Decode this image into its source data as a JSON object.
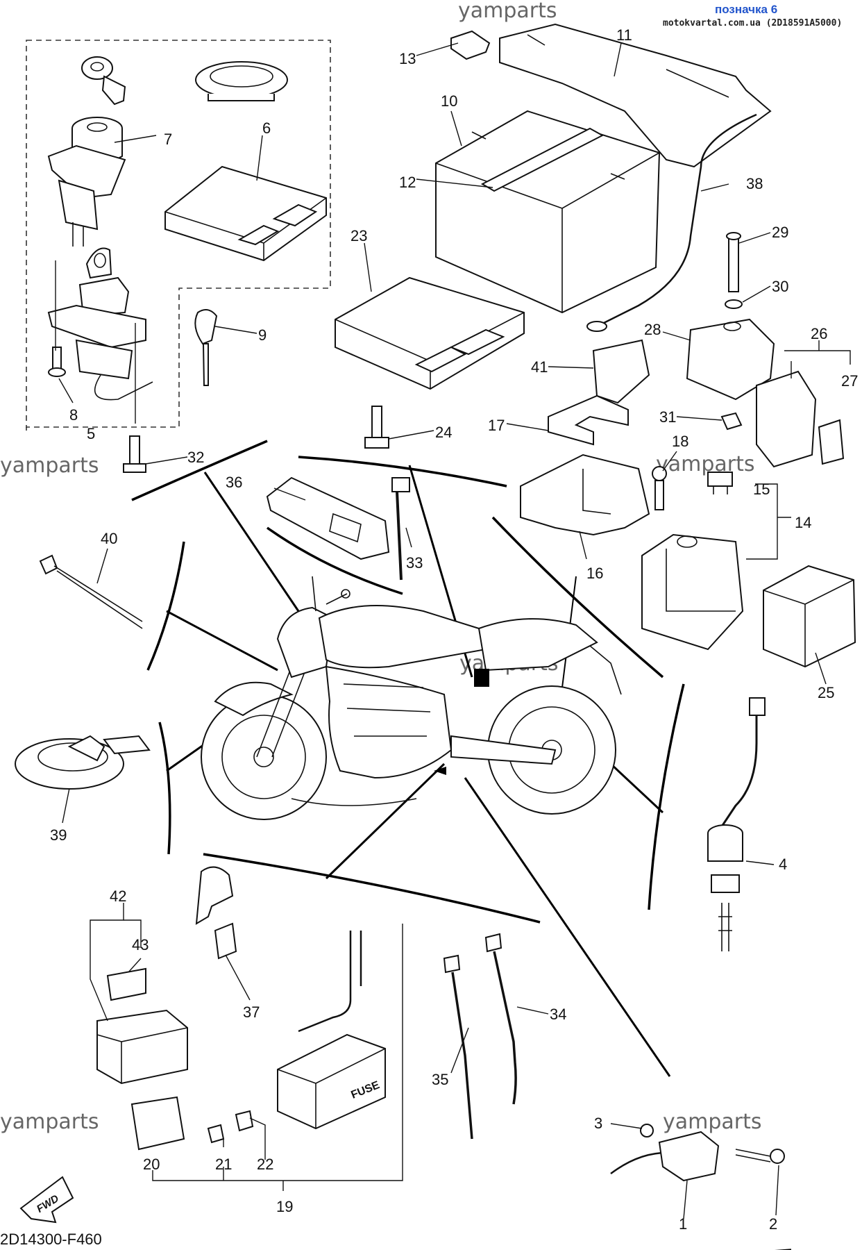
{
  "header": {
    "title": "позначка 6",
    "source": "motokvartal.com.ua (2D18591A5000)"
  },
  "watermarks": [
    "yamparts",
    "yamparts",
    "yamparts",
    "yamparts",
    "yamparts",
    "yamparts"
  ],
  "diagram_code": "2D14300-F460",
  "fwd_label": "FWD",
  "fuse_label": "FUSE",
  "callouts": {
    "n1": "1",
    "n2": "2",
    "n3": "3",
    "n4": "4",
    "n5": "5",
    "n6": "6",
    "n7": "7",
    "n8": "8",
    "n9": "9",
    "n10": "10",
    "n11": "11",
    "n12": "12",
    "n13": "13",
    "n14": "14",
    "n15": "15",
    "n16": "16",
    "n17": "17",
    "n18": "18",
    "n19": "19",
    "n20": "20",
    "n21": "21",
    "n22": "22",
    "n23": "23",
    "n24": "24",
    "n25": "25",
    "n26": "26",
    "n27": "27",
    "n28": "28",
    "n29": "29",
    "n30": "30",
    "n31": "31",
    "n32": "32",
    "n33": "33",
    "n34": "34",
    "n35": "35",
    "n36": "36",
    "n37": "37",
    "n38": "38",
    "n39": "39",
    "n40": "40",
    "n41": "41",
    "n42": "42",
    "n43": "43"
  }
}
